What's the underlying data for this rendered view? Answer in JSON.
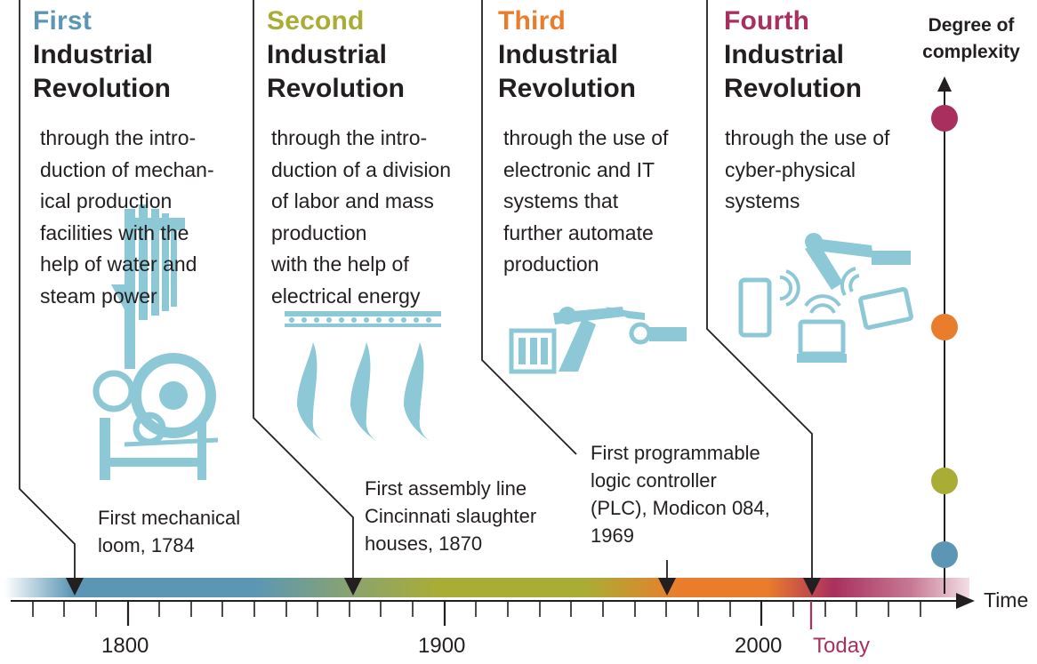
{
  "revolutions": [
    {
      "ordinal": "First",
      "title_line1": "Industrial",
      "title_line2": "Revolution",
      "description": "through the intro-\nduction of mechan-\nical production\nfacilities with the\nhelp of water and\nsteam power",
      "color": "#5b97b4",
      "icon": "mechanical-loom-icon"
    },
    {
      "ordinal": "Second",
      "title_line1": "Industrial",
      "title_line2": "Revolution",
      "description": "through the intro-\nduction of a division\nof labor and mass\nproduction\nwith the help of\nelectrical energy",
      "color": "#a9ad36",
      "icon": "assembly-line-icon"
    },
    {
      "ordinal": "Third",
      "title_line1": "Industrial",
      "title_line2": "Revolution",
      "description": "through the use of\nelectronic and IT\nsystems that\nfurther automate\nproduction",
      "color": "#ea7d2b",
      "icon": "industrial-robot-arm-icon"
    },
    {
      "ordinal": "Fourth",
      "title_line1": "Industrial",
      "title_line2": "Revolution",
      "description": "through the use of\ncyber-physical\nsystems",
      "color": "#a9305e",
      "icon": "connected-devices-icon"
    }
  ],
  "milestones": [
    {
      "text": "First mechanical\nloom, 1784",
      "year": 1784
    },
    {
      "text": "First assembly line\nCincinnati slaughter\nhouses, 1870",
      "year": 1870
    },
    {
      "text": "First programmable\nlogic controller\n(PLC), Modicon 084,\n1969",
      "year": 1969
    },
    {
      "text": "",
      "year": 2015
    }
  ],
  "time_axis": {
    "label": "Time",
    "ticks": [
      "1800",
      "1900",
      "2000"
    ],
    "today_label": "Today",
    "today_color": "#a9305e"
  },
  "complexity_axis": {
    "label_line1": "Degree of",
    "label_line2": "complexity",
    "levels": [
      {
        "level": 1,
        "color": "#5b97b4"
      },
      {
        "level": 2,
        "color": "#a9ad36"
      },
      {
        "level": 3,
        "color": "#ea7d2b"
      },
      {
        "level": 4,
        "color": "#a9305e"
      }
    ]
  },
  "illustration_color": "#8cc8d6"
}
